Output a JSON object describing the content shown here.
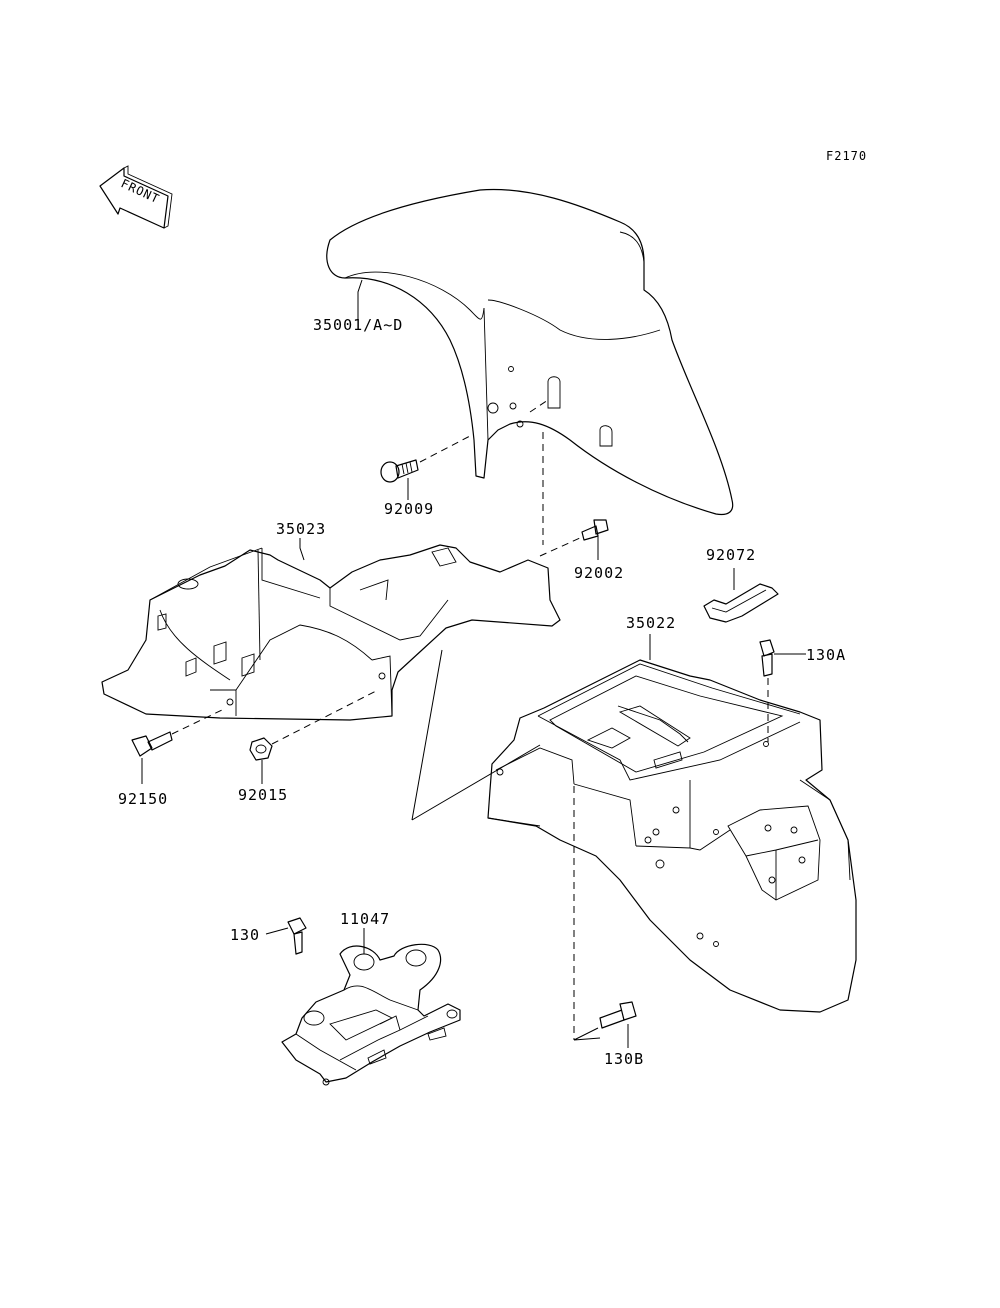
{
  "figure_code": "F2170",
  "front_indicator": "FRONT",
  "parts": [
    {
      "number": "35001/A~D",
      "name": "front-fender"
    },
    {
      "number": "92009",
      "name": "front-fender-bolt"
    },
    {
      "number": "35023",
      "name": "rear-fender-front"
    },
    {
      "number": "92002",
      "name": "bolt-92002"
    },
    {
      "number": "92072",
      "name": "battery-band"
    },
    {
      "number": "35022",
      "name": "rear-fender"
    },
    {
      "number": "130A",
      "name": "bolt-130a"
    },
    {
      "number": "92150",
      "name": "bolt-92150"
    },
    {
      "number": "92015",
      "name": "nut-92015"
    },
    {
      "number": "130",
      "name": "bolt-130"
    },
    {
      "number": "11047",
      "name": "bracket-11047"
    },
    {
      "number": "130B",
      "name": "bolt-130b"
    }
  ]
}
